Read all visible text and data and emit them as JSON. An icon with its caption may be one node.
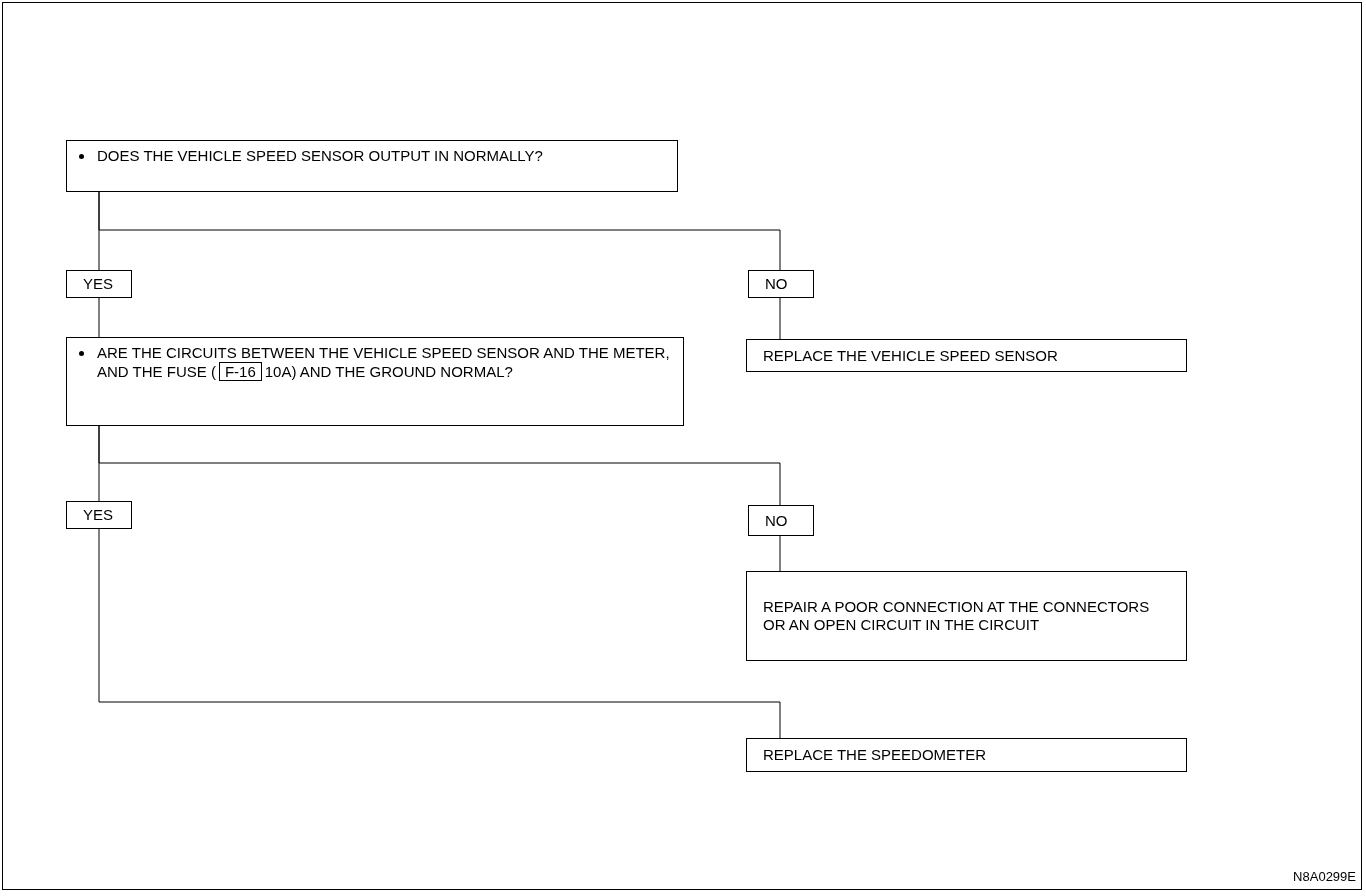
{
  "diagram": {
    "nodes": [
      {
        "text": [
          "DOES THE VEHICLE SPEED SENSOR OUTPUT IN NORMALLY?"
        ]
      },
      {
        "text": [
          "YES"
        ]
      },
      {
        "text": [
          "NO"
        ]
      },
      {
        "text": [
          "ARE THE CIRCUITS BETWEEN THE VEHICLE SPEED SENSOR AND THE METER, AND THE FUSE (",
          "10A) AND THE GROUND NORMAL?"
        ]
      },
      {
        "text": [
          "F-16"
        ],
        "in": 3
      },
      {
        "text": [
          "REPLACE THE VEHICLE SPEED SENSOR"
        ]
      },
      {
        "text": [
          "YES"
        ]
      },
      {
        "text": [
          "NO"
        ]
      },
      {
        "text": [
          "REPAIR A POOR CONNECTION AT THE CONNECTORS OR AN OPEN CIRCUIT IN THE CIRCUIT"
        ]
      },
      {
        "text": [
          "REPLACE THE SPEEDOMETER"
        ]
      }
    ],
    "edges": [
      {
        "from": 0,
        "to": 1,
        "arrow": "none"
      },
      {
        "from": 0,
        "to": 2,
        "arrow": "none"
      },
      {
        "from": 2,
        "to": 5,
        "arrow": "none"
      },
      {
        "from": 1,
        "to": 3,
        "arrow": "none"
      },
      {
        "from": 3,
        "to": 6,
        "arrow": "none"
      },
      {
        "from": 3,
        "to": 7,
        "arrow": "none"
      },
      {
        "from": 7,
        "to": 8,
        "arrow": "none"
      },
      {
        "from": 6,
        "to": 9,
        "arrow": "none"
      }
    ],
    "labels": [
      "N8A0299E"
    ]
  }
}
